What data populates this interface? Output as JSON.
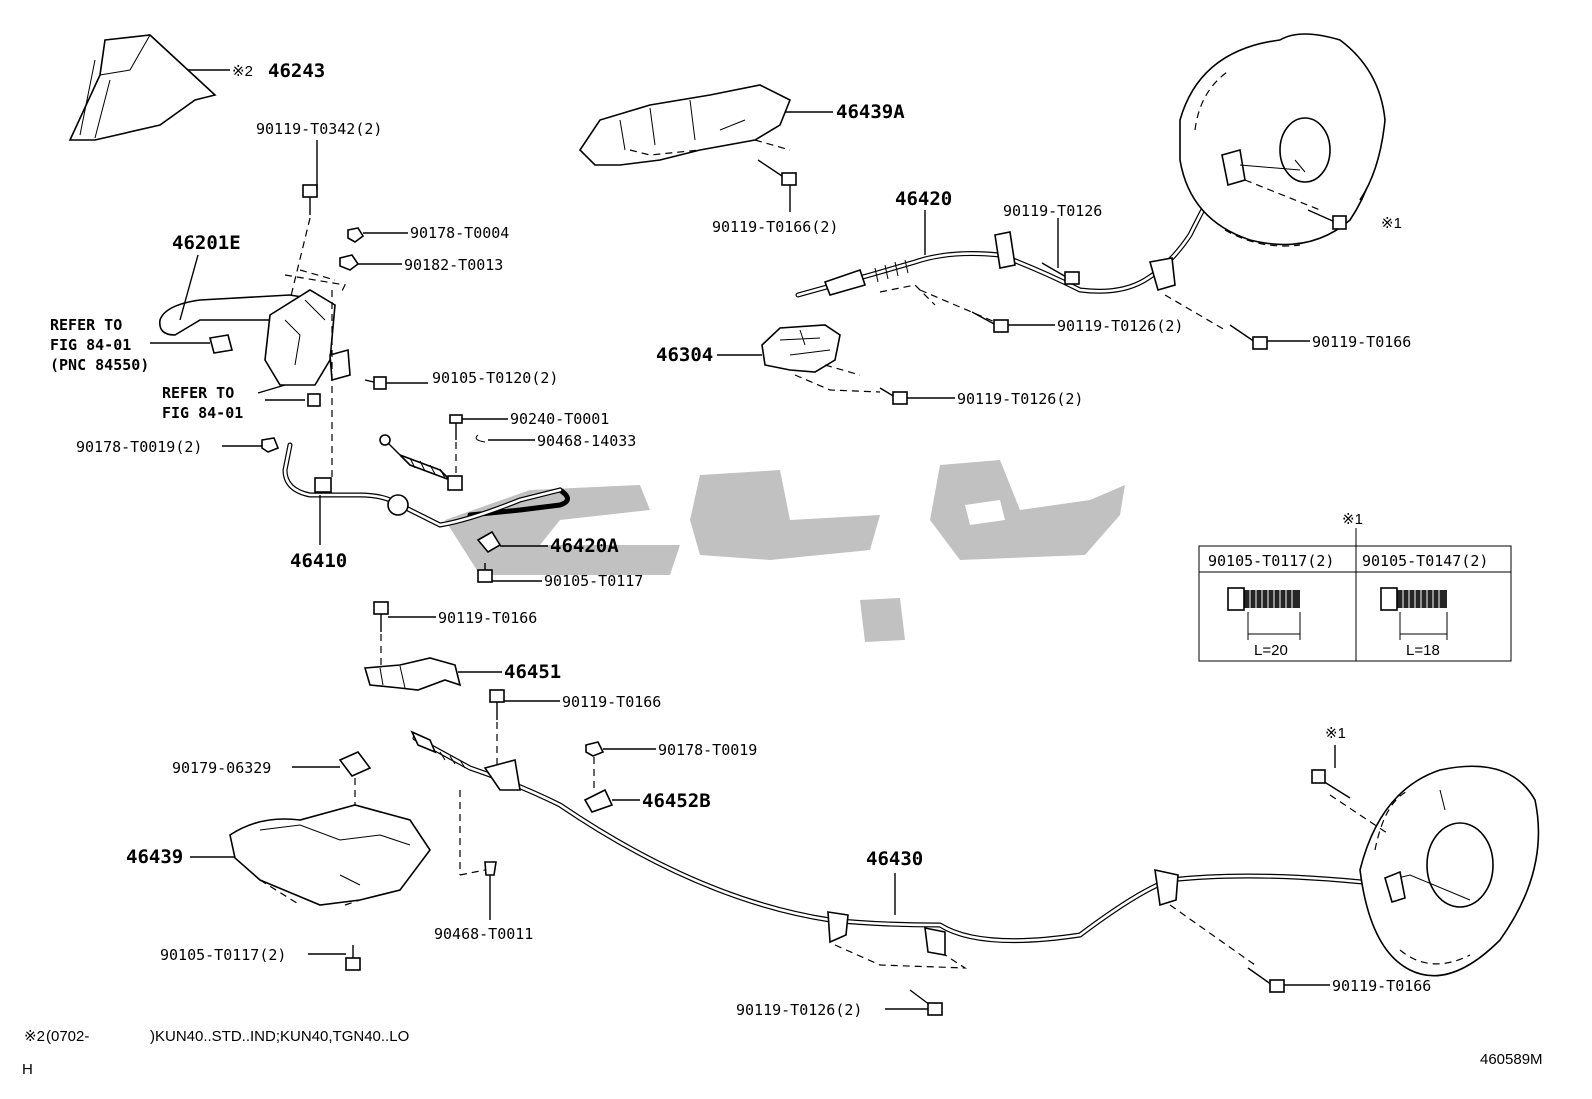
{
  "labels": {
    "p46243": "46243",
    "p46243_mark": "※2",
    "p90119_T0342": "90119-T0342(2)",
    "p90178_T0004": "90178-T0004",
    "p90182_T0013": "90182-T0013",
    "p46201E": "46201E",
    "refer1_l1": "REFER TO",
    "refer1_l2": "FIG 84-01",
    "refer1_l3": "(PNC 84550)",
    "refer2_l1": "REFER TO",
    "refer2_l2": "FIG 84-01",
    "p90105_T0120": "90105-T0120(2)",
    "p90240_T0001": "90240-T0001",
    "p90468_14033": "90468-14033",
    "p90178_T0019_2": "90178-T0019(2)",
    "p46410": "46410",
    "p46420A": "46420A",
    "p90105_T0117": "90105-T0117",
    "p90119_T0166_a": "90119-T0166",
    "p46451": "46451",
    "p90119_T0166_b": "90119-T0166",
    "p90178_T0019": "90178-T0019",
    "p46452B": "46452B",
    "p90179_06329": "90179-06329",
    "p46439": "46439",
    "p90105_T0117_2": "90105-T0117(2)",
    "p90468_T0011": "90468-T0011",
    "p46430": "46430",
    "p90119_T0126_2c": "90119-T0126(2)",
    "p90119_T0166_e": "90119-T0166",
    "p46439A": "46439A",
    "p90119_T0166_2": "90119-T0166(2)",
    "p46420": "46420",
    "p90119_T0126": "90119-T0126",
    "p90119_T0126_2a": "90119-T0126(2)",
    "p90119_T0166_d": "90119-T0166",
    "p46304": "46304",
    "p90119_T0126_2b": "90119-T0126(2)",
    "mark1_a": "※1",
    "mark1_b": "※1",
    "mark1_c": "※1"
  },
  "bolt_table": {
    "headers": [
      "90105-T0117(2)",
      "90105-T0147(2)"
    ],
    "lengths": [
      "L=20",
      "L=18"
    ]
  },
  "footnote": {
    "mark": "※2",
    "text_a": "(0702-",
    "text_b": ")KUN40..STD..IND;KUN40,TGN40..LO"
  },
  "corner_letter": "H",
  "diagram_code": "460589M"
}
